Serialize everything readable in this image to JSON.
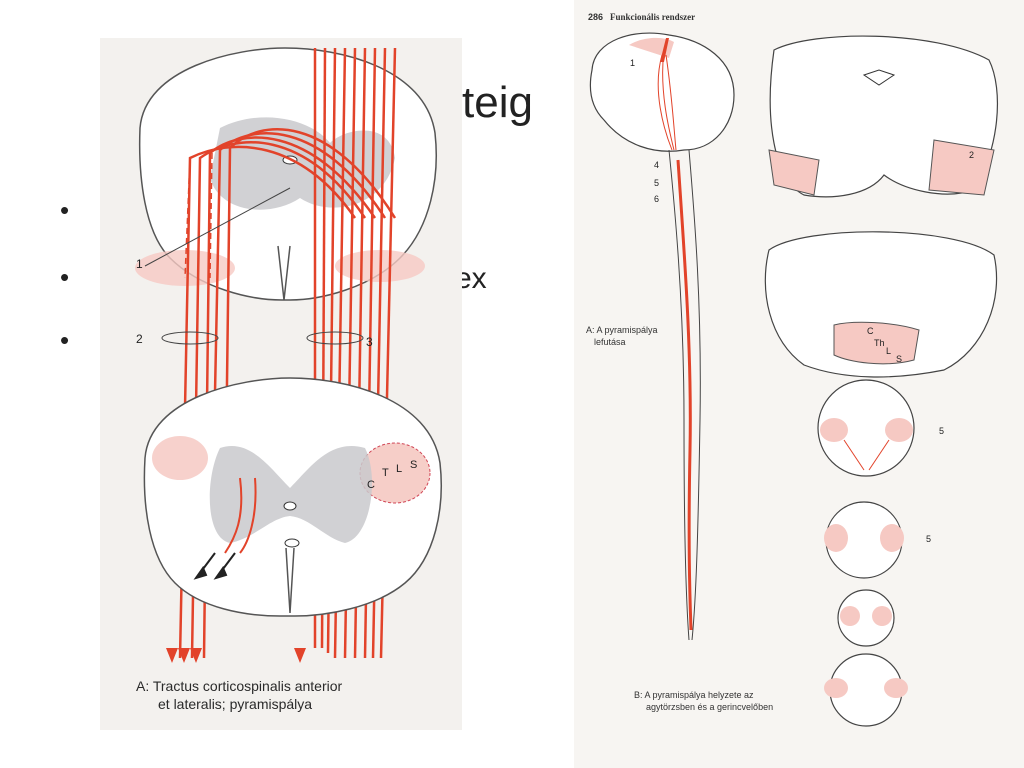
{
  "slide": {
    "title_fragment": "steig",
    "bullet_fragment": "ex",
    "bullet_symbol": "•"
  },
  "left_figure": {
    "caption_line1": "A:  Tractus corticospinalis anterior",
    "caption_line2": "et lateralis; pyramispálya",
    "label_1": "1",
    "label_2": "2",
    "label_3": "3",
    "segment_letters": [
      "C",
      "T",
      "L",
      "S"
    ]
  },
  "right_figure": {
    "page_number": "286",
    "header": "Funkcionális rendszer",
    "caption_a_line1": "A:  A pyramispálya",
    "caption_a_line2": "lefutása",
    "caption_b_line1": "B:  A pyramispálya helyzete az",
    "caption_b_line2": "agytörzsben és a gerincvelőben",
    "labels": {
      "n1": "1",
      "n2": "2",
      "n4": "4",
      "n5": "5",
      "n6": "6",
      "c": "C",
      "th": "Th",
      "l": "L",
      "s": "S"
    }
  },
  "colors": {
    "tract_red": "#e2432a",
    "pink_fill": "#f6c9c3",
    "gray_matter": "#c9c9cc",
    "panel_bg": "#f3f1ee"
  }
}
